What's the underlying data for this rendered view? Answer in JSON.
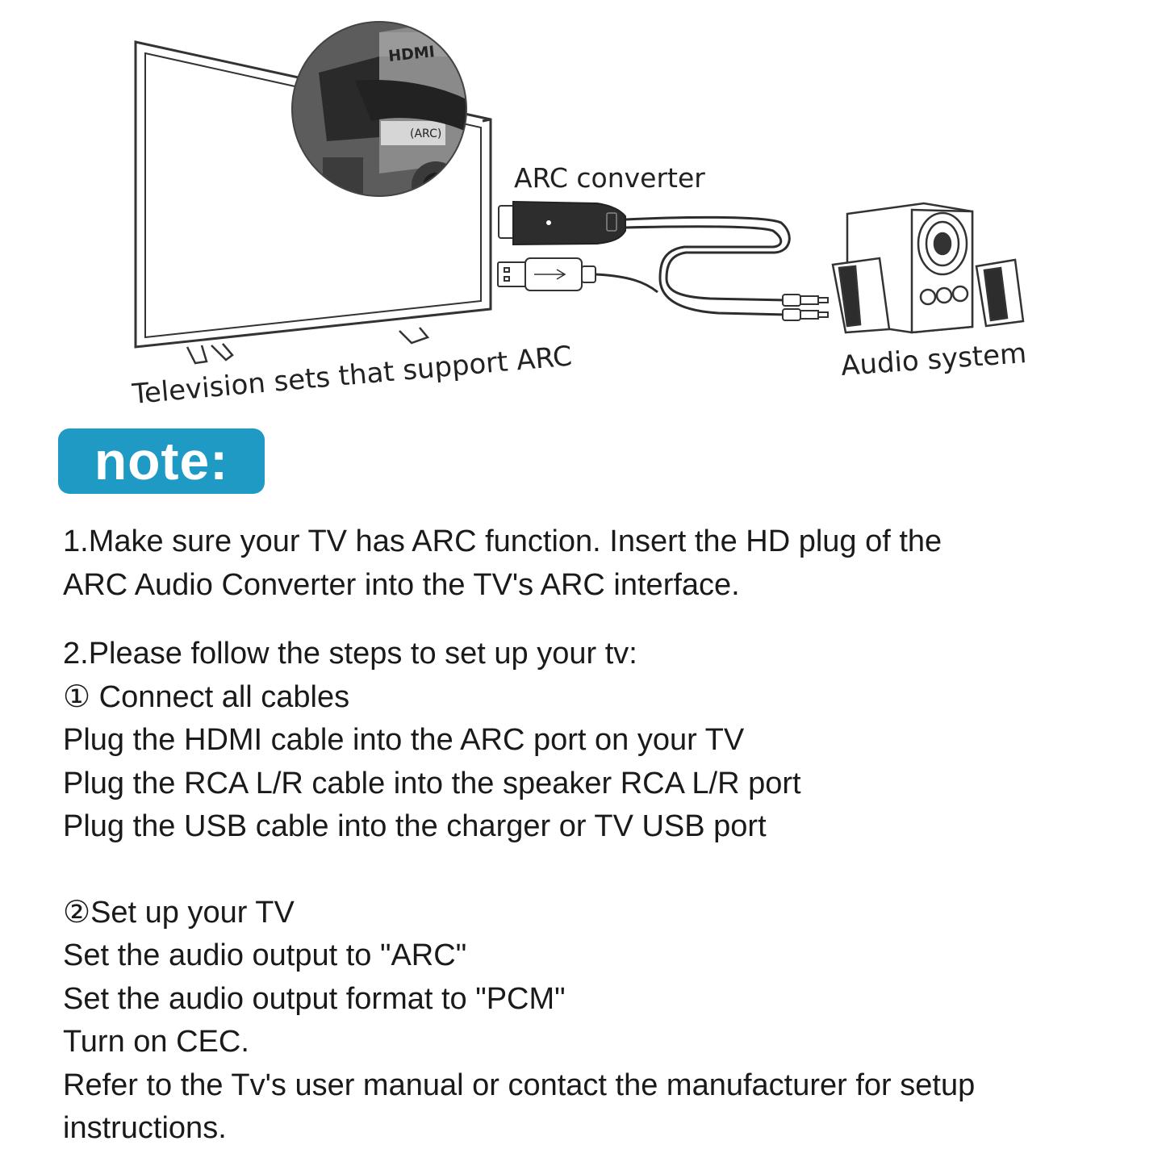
{
  "diagram": {
    "hdmi_label": "HDMI",
    "arc_port_label": "(ARC)",
    "converter_label": "ARC converter",
    "tv_label": "Television sets that support ARC",
    "audio_label": "Audio system"
  },
  "note": {
    "badge": "note:"
  },
  "steps": {
    "step1_line1": "1.Make sure your TV has ARC function. Insert the HD plug of the",
    "step1_line2": "ARC Audio Converter into the TV's ARC interface.",
    "step2_title": "2.Please follow the steps to set up your tv:",
    "sub1_title": "① Connect all cables",
    "sub1_line1": "Plug the HDMI cable into the ARC port on your TV",
    "sub1_line2": "Plug the RCA L/R cable into the speaker RCA L/R port",
    "sub1_line3": "Plug the USB cable into the charger or TV USB port",
    "sub2_title": "②Set up your TV",
    "sub2_line1": "Set the audio output to \"ARC\"",
    "sub2_line2": "Set the audio output format to \"PCM\"",
    "sub2_line3": "Turn on CEC.",
    "sub2_line4": "Refer to the Tv's user manual or contact the manufacturer for setup",
    "sub2_line5": "instructions."
  }
}
